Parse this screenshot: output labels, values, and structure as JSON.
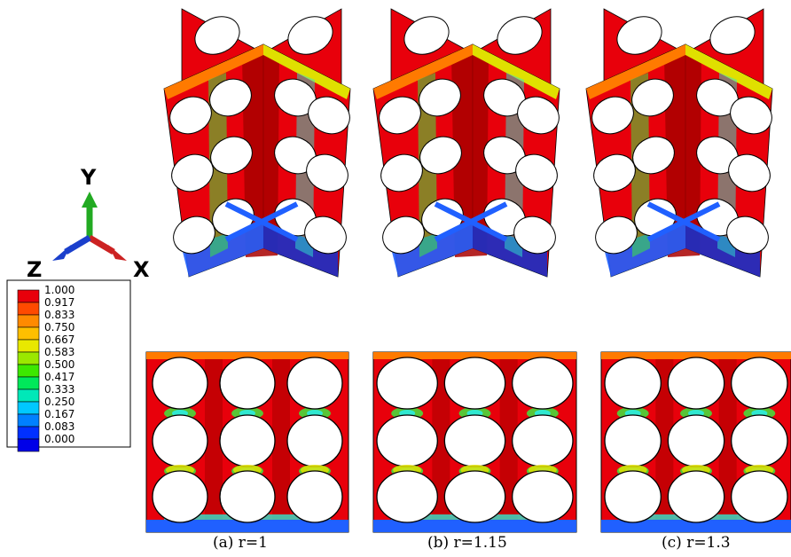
{
  "figure": {
    "captions": [
      {
        "text": "(a) r=1"
      },
      {
        "text": "(b) r=1.15"
      },
      {
        "text": "(c) r=1.3"
      }
    ],
    "axes_triad": {
      "y_label": "Y",
      "z_label": "Z",
      "x_label": "X",
      "colors": {
        "y": "#22aa22",
        "x": "#cc2222",
        "z": "#1a3fcc"
      }
    },
    "legend": {
      "levels": [
        "1.000",
        "0.917",
        "0.833",
        "0.750",
        "0.667",
        "0.583",
        "0.500",
        "0.417",
        "0.333",
        "0.250",
        "0.167",
        "0.083",
        "0.000"
      ],
      "colors": [
        "#e8000b",
        "#ff4a00",
        "#ff8a00",
        "#ffbf00",
        "#e8e800",
        "#9be800",
        "#3de800",
        "#00e85a",
        "#00e8b8",
        "#00c8ff",
        "#0080ff",
        "#0030ff",
        "#0000e8"
      ]
    },
    "colors": {
      "high": "#e8000b",
      "dark": "#a80000",
      "orange": "#ff7a00",
      "yellow": "#e0e000",
      "green": "#3ee83e",
      "cyan": "#30e8d0",
      "blue": "#2060ff",
      "navy": "#1830c8"
    }
  }
}
